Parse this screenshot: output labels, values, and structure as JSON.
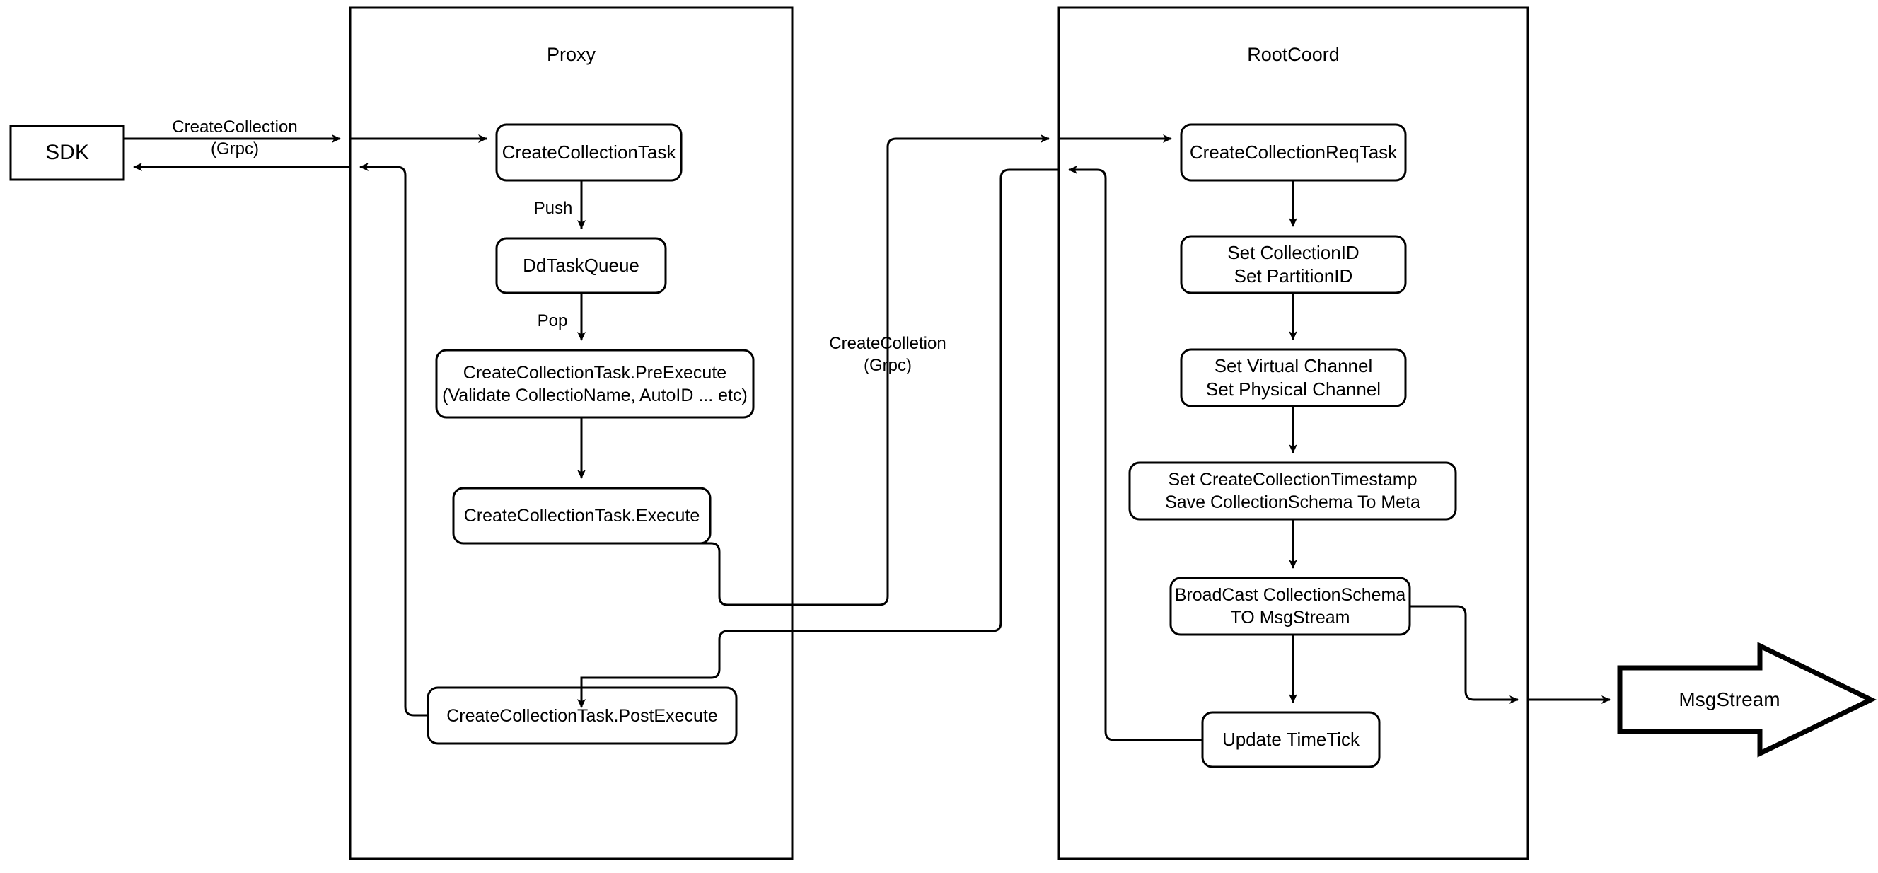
{
  "diagram": {
    "title": "CreateCollection flow (Proxy / RootCoord)",
    "background": "#ffffff",
    "stroke_color": "#000000",
    "text_color": "#000000"
  },
  "containers": [
    {
      "id": "proxy",
      "label": "Proxy"
    },
    {
      "id": "rootcoord",
      "label": "RootCoord"
    }
  ],
  "external": {
    "sdk": {
      "label": "SDK"
    },
    "msgstream": {
      "label": "MsgStream"
    }
  },
  "proxy_nodes": [
    {
      "id": "create-collection-task",
      "label": "CreateCollectionTask"
    },
    {
      "id": "dd-task-queue",
      "label": "DdTaskQueue"
    },
    {
      "id": "pre-execute",
      "label": "CreateCollectionTask.PreExecute\n(Validate CollectioName, AutoID ... etc)"
    },
    {
      "id": "execute",
      "label": "CreateCollectionTask.Execute"
    },
    {
      "id": "post-execute",
      "label": "CreateCollectionTask.PostExecute"
    }
  ],
  "rootcoord_nodes": [
    {
      "id": "create-collection-req-task",
      "label": "CreateCollectionReqTask"
    },
    {
      "id": "set-ids",
      "label": "Set CollectionID\nSet PartitionID"
    },
    {
      "id": "set-channels",
      "label": "Set Virtual Channel\nSet Physical Channel"
    },
    {
      "id": "set-timestamp",
      "label": "Set CreateCollectionTimestamp\nSave CollectionSchema To Meta"
    },
    {
      "id": "broadcast-schema",
      "label": "BroadCast CollectionSchema\nTO MsgStream"
    },
    {
      "id": "update-timetick",
      "label": "Update TimeTick"
    }
  ],
  "edge_labels": [
    {
      "id": "sdk-to-proxy",
      "label": "CreateCollection\n(Grpc)"
    },
    {
      "id": "task-to-queue",
      "label": "Push"
    },
    {
      "id": "queue-to-pre-execute",
      "label": "Pop"
    },
    {
      "id": "proxy-to-rootcoord",
      "label": "CreateColletion\n(Grpc)"
    }
  ]
}
